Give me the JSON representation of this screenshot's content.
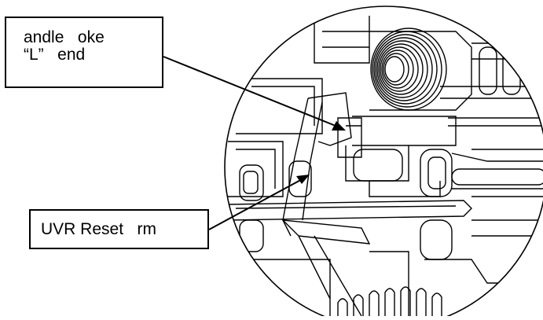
{
  "callouts": {
    "handle_yoke": {
      "line1": "andle   oke",
      "line2": "“L”   end"
    },
    "uvr_reset_arm": {
      "label": "UVR Reset   rm"
    }
  },
  "colors": {
    "line": "#000000",
    "background": "#ffffff"
  }
}
